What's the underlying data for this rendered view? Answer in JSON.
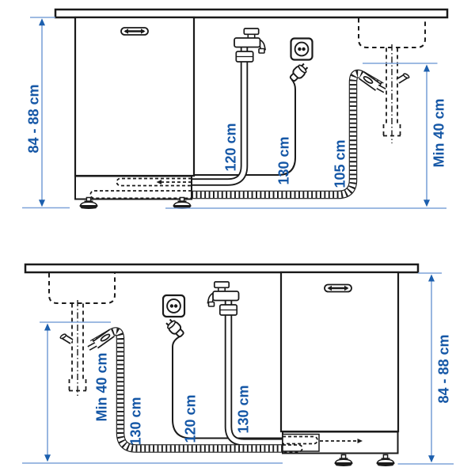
{
  "colors": {
    "line": "#1a1a1a",
    "dim": "#7fa3d9",
    "arrow": "#1c5fae",
    "label": "#1557a6"
  },
  "top_diagram": {
    "height_dim_label": "84 - 88 cm",
    "supply_hose_length_label": "120 cm",
    "power_cord_length_label": "130 cm",
    "drain_hose_length_label": "105 cm",
    "drain_min_height_label": "Min 40 cm"
  },
  "bottom_diagram": {
    "drain_hose_length_label": "130 cm",
    "power_cord_length_label": "120 cm",
    "supply_hose_length_label": "130 cm",
    "drain_min_height_label": "Min 40 cm",
    "height_dim_label": "84 - 88 cm"
  }
}
